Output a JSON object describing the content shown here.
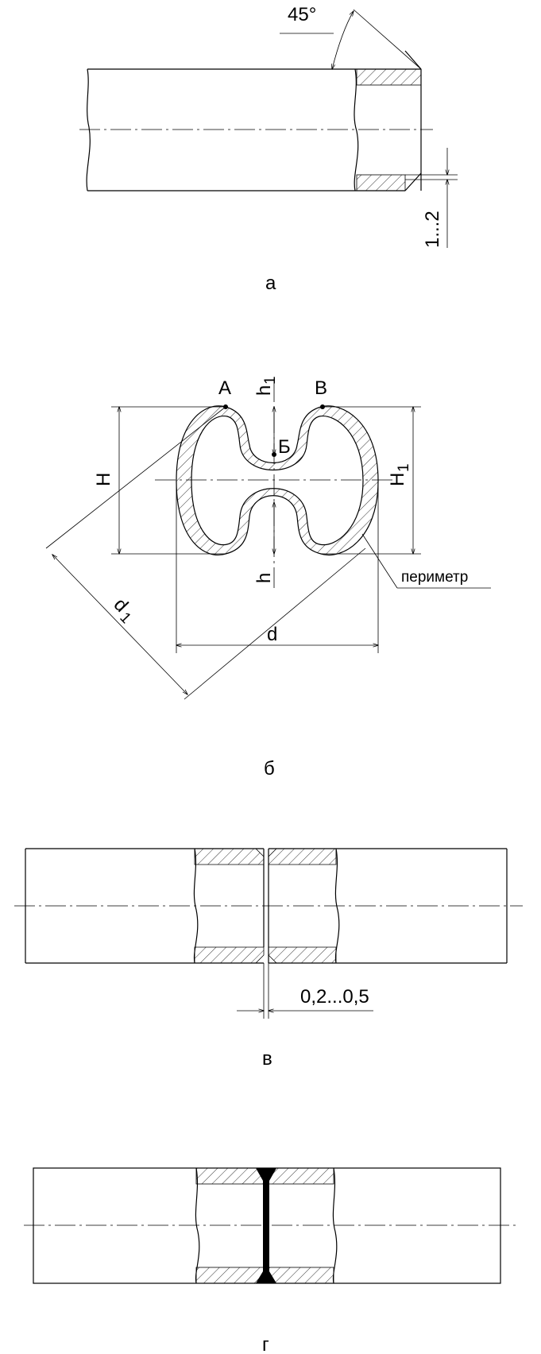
{
  "figures": {
    "a": {
      "caption": "а",
      "angle_label": "45°",
      "gap_label": "1...2"
    },
    "b": {
      "caption": "б",
      "points": {
        "A": "А",
        "B": "Б",
        "V": "В"
      },
      "dims": {
        "H": "H",
        "H1": "H",
        "h": "h",
        "h1": "h",
        "d": "d",
        "d1": "d"
      },
      "sub_one": "1",
      "perimeter_label": "периметр"
    },
    "v": {
      "caption": "в",
      "gap_label": "0,2...0,5"
    },
    "g": {
      "caption": "г"
    }
  }
}
